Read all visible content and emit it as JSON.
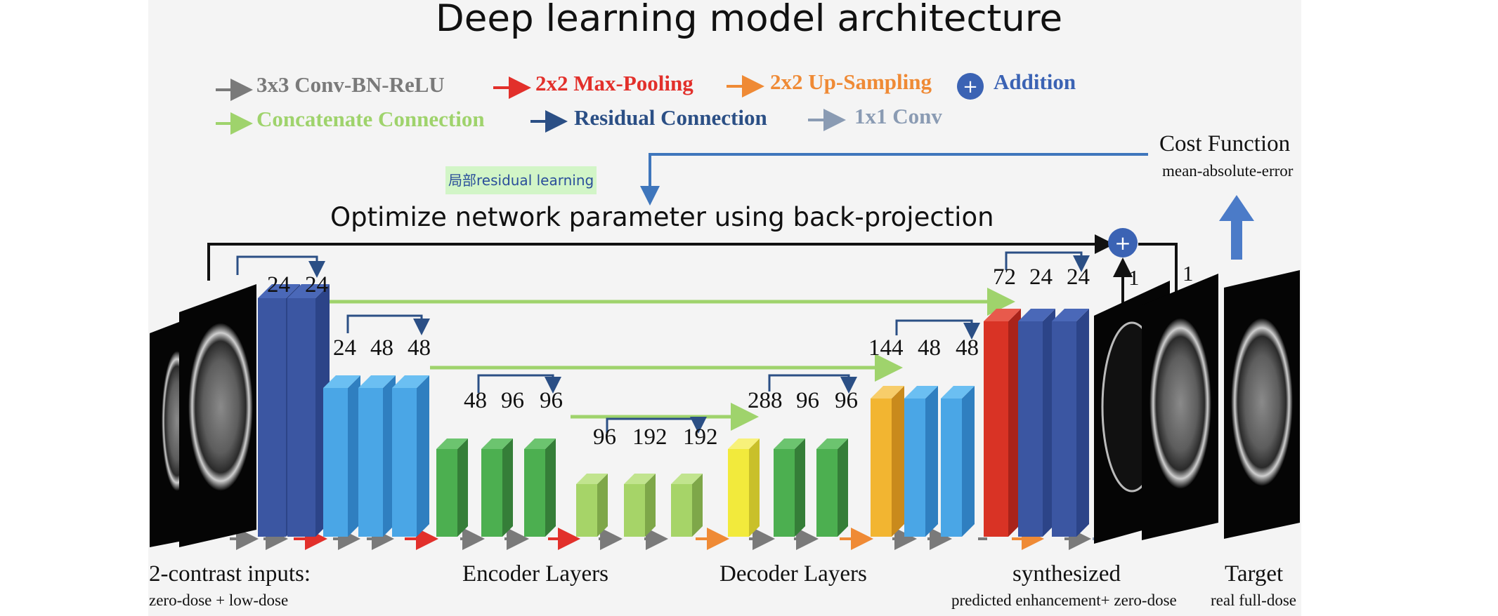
{
  "title": "Deep learning model architecture",
  "legend": [
    {
      "label": "3x3 Conv-BN-ReLU",
      "color": "#7a7a7a"
    },
    {
      "label": "2x2 Max-Pooling",
      "color": "#e2302b"
    },
    {
      "label": "2x2 Up-Sampling",
      "color": "#ef8a35"
    },
    {
      "label": "Addition",
      "color": "#3b63b4",
      "symbol": "+"
    },
    {
      "label": "Concatenate  Connection",
      "color": "#9fd36c"
    },
    {
      "label": "Residual Connection",
      "color": "#2b4f85"
    },
    {
      "label": "1x1 Conv",
      "color": "#8a9bb3"
    }
  ],
  "annotation_note": "局部residual learning",
  "cost_function": {
    "title": "Cost Function",
    "subtitle": "mean-absolute-error"
  },
  "optimize_text": "Optimize network parameter using back-projection",
  "plus_symbol": "+",
  "blocks": {
    "input": [
      "24",
      "24"
    ],
    "enc1": [
      "24",
      "48",
      "48"
    ],
    "enc2": [
      "48",
      "96",
      "96"
    ],
    "bottleneck": [
      "96",
      "192",
      "192"
    ],
    "dec2": [
      "288",
      "96",
      "96"
    ],
    "dec1": [
      "144",
      "48",
      "48"
    ],
    "out": [
      "72",
      "24",
      "24"
    ],
    "final": [
      "1",
      "1"
    ]
  },
  "sections": {
    "inputs": {
      "title": "2-contrast inputs:",
      "subtitle": "zero-dose + low-dose"
    },
    "encoder": {
      "title": "Encoder Layers"
    },
    "decoder": {
      "title": "Decoder Layers"
    },
    "synthesized": {
      "title": "synthesized",
      "subtitle": "predicted enhancement+ zero-dose"
    },
    "target": {
      "title": "Target",
      "subtitle": "real full-dose"
    }
  }
}
